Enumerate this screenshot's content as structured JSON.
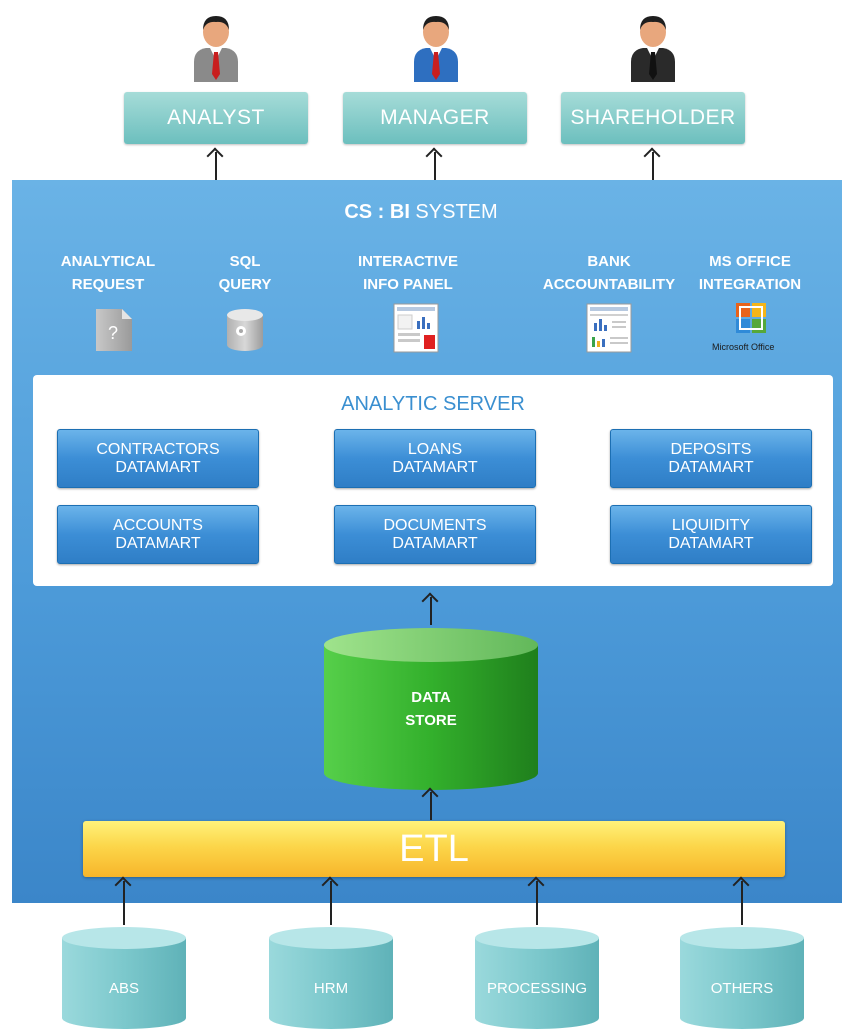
{
  "users": [
    {
      "label": "ANALYST",
      "tie_color": "#c81e1e",
      "suit_color": "#8a8a8a"
    },
    {
      "label": "MANAGER",
      "tie_color": "#c81e1e",
      "suit_color": "#2e6fc0"
    },
    {
      "label": "SHAREHOLDER",
      "tie_color": "#111111",
      "suit_color": "#2a2a2a"
    }
  ],
  "system": {
    "title_bold": "CS : BI",
    "title_rest": " SYSTEM",
    "features": [
      {
        "line1": "ANALYTICAL",
        "line2": "REQUEST",
        "icon": "question-document-icon"
      },
      {
        "line1": "SQL",
        "line2": "QUERY",
        "icon": "database-gear-icon"
      },
      {
        "line1": "INTERACTIVE",
        "line2": "INFO PANEL",
        "icon": "report-panel-icon"
      },
      {
        "line1": "BANK",
        "line2": "ACCOUNTABILITY",
        "icon": "report-chart-icon"
      },
      {
        "line1": "MS OFFICE",
        "line2": "INTEGRATION",
        "icon": "ms-office-logo-icon",
        "logo_text": "Microsoft Office"
      }
    ]
  },
  "analytic_server": {
    "title": "ANALYTIC SERVER",
    "datamarts": [
      {
        "line1": "CONTRACTORS",
        "line2": "DATAMART"
      },
      {
        "line1": "LOANS",
        "line2": "DATAMART"
      },
      {
        "line1": "DEPOSITS",
        "line2": "DATAMART"
      },
      {
        "line1": "ACCOUNTS",
        "line2": "DATAMART"
      },
      {
        "line1": "DOCUMENTS",
        "line2": "DATAMART"
      },
      {
        "line1": "LIQUIDITY",
        "line2": "DATAMART"
      }
    ]
  },
  "data_store": {
    "line1": "DATA",
    "line2": "STORE"
  },
  "etl": {
    "label": "ETL"
  },
  "sources": [
    {
      "label": "ABS"
    },
    {
      "label": "HRM"
    },
    {
      "label": "PROCESSING"
    },
    {
      "label": "OTHERS"
    }
  ],
  "colors": {
    "system_bg": "#4d9bd9",
    "role_box": "#8fd0cc",
    "datamart": "#3c8ed6",
    "data_store": "#3cb83c",
    "etl": "#fcd64a",
    "source_cylinder": "#7cc8cc"
  }
}
